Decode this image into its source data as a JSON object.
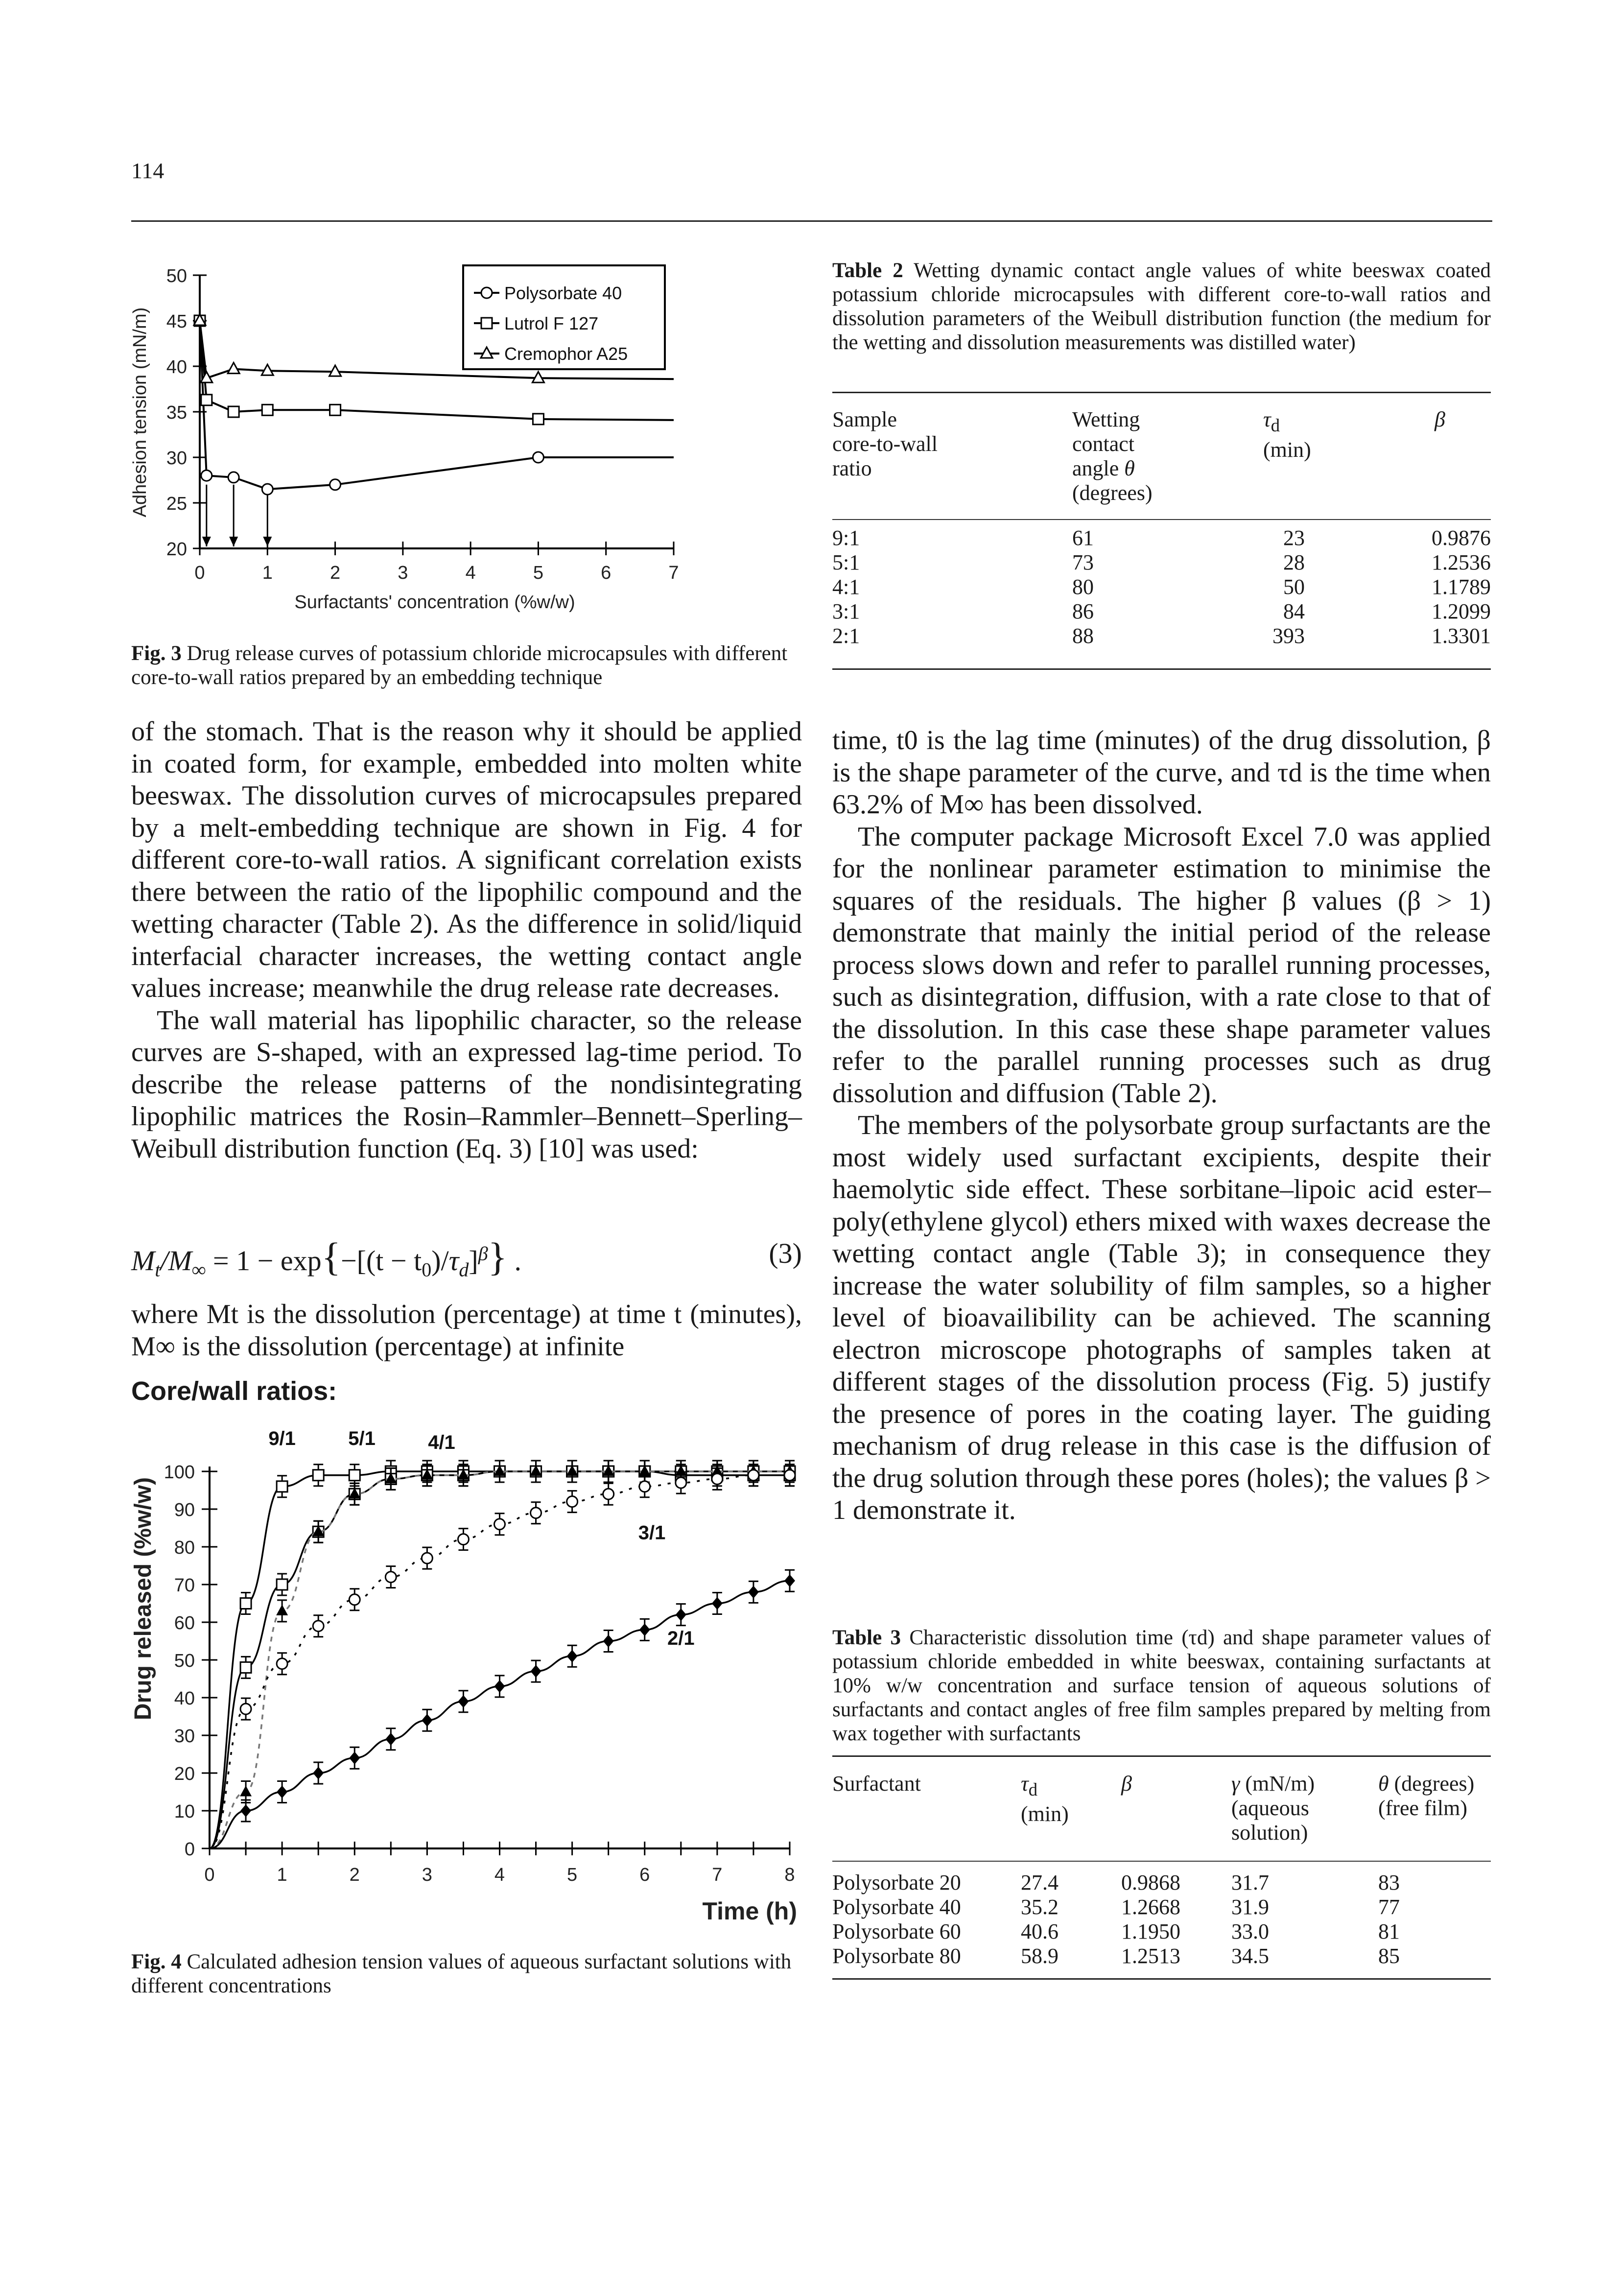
{
  "page_number": "114",
  "fig3": {
    "legend": [
      "Polysorbate 40",
      "Lutrol F 127",
      "Cremophor A25"
    ],
    "ylabel": "Adhesion tension (mN/m)",
    "xlabel": "Surfactants' concentration (%w/w)",
    "yticks": [
      "20",
      "25",
      "30",
      "35",
      "40",
      "45",
      "50"
    ],
    "xticks": [
      "0",
      "1",
      "2",
      "3",
      "4",
      "5",
      "6",
      "7"
    ],
    "caption_label": "Fig. 3",
    "caption_text": " Drug release curves of potassium chloride microcapsules with different core-to-wall ratios prepared by an embedding technique"
  },
  "table2": {
    "caption_label": "Table 2",
    "caption_text": " Wetting dynamic contact angle values of white beeswax coated potassium chloride microcapsules with different core-to-wall ratios and dissolution parameters of the Weibull distribution function (the medium for the wetting and dissolution measurements was distilled water)",
    "headers": [
      "Sample core-to-wall ratio",
      "Wetting contact angle θ (degrees)",
      "τd (min)",
      "β"
    ],
    "rows": [
      [
        "9:1",
        "61",
        "23",
        "0.9876"
      ],
      [
        "5:1",
        "73",
        "28",
        "1.2536"
      ],
      [
        "4:1",
        "80",
        "50",
        "1.1789"
      ],
      [
        "3:1",
        "86",
        "84",
        "1.2099"
      ],
      [
        "2:1",
        "88",
        "393",
        "1.3301"
      ]
    ]
  },
  "left_text": {
    "p1": "of the stomach. That is the reason why it should be applied in coated form, for example, embedded into molten white beeswax. The dissolution curves of microcapsules prepared by a melt-embedding technique are shown in Fig. 4 for different core-to-wall ratios. A significant correlation exists there between the ratio of the lipophilic compound and the wetting character (Table 2). As the difference in solid/liquid interfacial character increases, the wetting contact angle values increase; meanwhile the drug release rate decreases.",
    "p2": "The wall material has lipophilic character, so the release curves are S-shaped, with an expressed lag-time period. To describe the release patterns of the nondisintegrating lipophilic matrices the Rosin–Rammler–Bennett–Sperling–Weibull distribution function (Eq. 3) [10] was used:",
    "equation": "Mt/M∞ = 1 − exp{−[(t − t0)/τd]β} .",
    "equation_number": "(3)",
    "p3": "where Mt is the dissolution (percentage) at time t (minutes), M∞ is the dissolution (percentage) at infinite"
  },
  "fig4": {
    "title": "Core/wall ratios:",
    "series_labels": [
      "9/1",
      "5/1",
      "4/1",
      "3/1",
      "2/1"
    ],
    "ylabel": "Drug released (%w/w)",
    "xlabel": "Time (h)",
    "yticks": [
      "0",
      "10",
      "20",
      "30",
      "40",
      "50",
      "60",
      "70",
      "80",
      "90",
      "100"
    ],
    "xticks": [
      "0",
      "1",
      "2",
      "3",
      "4",
      "5",
      "6",
      "7",
      "8"
    ],
    "caption_label": "Fig. 4",
    "caption_text": " Calculated adhesion tension values of aqueous surfactant solutions with different concentrations"
  },
  "right_text": {
    "p1": "time, t0 is the lag time (minutes) of the drug dissolution, β is the shape parameter of the curve, and τd is the time when 63.2% of M∞ has been dissolved.",
    "p2": "The computer package Microsoft Excel 7.0 was applied for the nonlinear parameter estimation to minimise the squares of the residuals. The higher β values (β > 1) demonstrate that mainly the initial period of the release process slows down and refer to parallel running processes, such as disintegration, diffusion, with a rate close to that of the dissolution. In this case these shape parameter values refer to the parallel running processes such as drug dissolution and diffusion (Table 2).",
    "p3": "The members of the polysorbate group surfactants are the most widely used surfactant excipients, despite their haemolytic side effect. These sorbitane–lipoic acid ester–poly(ethylene glycol) ethers mixed with waxes decrease the wetting contact angle (Table 3); in consequence they increase the water solubility of film samples, so a higher level of bioavailibility can be achieved. The scanning electron microscope photographs of samples taken at different stages of the dissolution process (Fig. 5) justify the presence of pores in the coating layer. The guiding mechanism of drug release in this case is the diffusion of the drug solution through these pores (holes); the values β > 1 demonstrate it."
  },
  "table3": {
    "caption_label": "Table 3",
    "caption_text": " Characteristic dissolution time (τd) and shape parameter values of potassium chloride embedded in white beeswax, containing surfactants at 10% w/w concentration and surface tension of aqueous solutions of surfactants and contact angles of free film samples prepared by melting from wax together with surfactants",
    "headers": [
      "Surfactant",
      "τd (min)",
      "β",
      "γ (mN/m) (aqueous solution)",
      "θ (degrees) (free film)"
    ],
    "rows": [
      [
        "Polysorbate 20",
        "27.4",
        "0.9868",
        "31.7",
        "83"
      ],
      [
        "Polysorbate 40",
        "35.2",
        "1.2668",
        "31.9",
        "77"
      ],
      [
        "Polysorbate 60",
        "40.6",
        "1.1950",
        "33.0",
        "81"
      ],
      [
        "Polysorbate 80",
        "58.9",
        "1.2513",
        "34.5",
        "85"
      ]
    ]
  },
  "chart_data": [
    {
      "type": "line",
      "ylabel": "Adhesion tension (mN/m)",
      "xlabel": "Surfactants' concentration (%w/w)",
      "xlim": [
        0,
        7
      ],
      "ylim": [
        20,
        50
      ],
      "legend": "top-right",
      "series": [
        {
          "name": "Polysorbate 40",
          "x": [
            0,
            0.1,
            0.5,
            1,
            2,
            5
          ],
          "y": [
            45,
            28,
            27.8,
            26.5,
            27,
            30
          ]
        },
        {
          "name": "Lutrol F 127",
          "x": [
            0,
            0.1,
            0.5,
            1,
            2,
            5
          ],
          "y": [
            45,
            36.3,
            35,
            35.2,
            35.2,
            34.2
          ]
        },
        {
          "name": "Cremophor A25",
          "x": [
            0,
            0.1,
            0.5,
            1,
            2,
            5
          ],
          "y": [
            45,
            38.7,
            39.7,
            39.5,
            39.4,
            38.7
          ]
        }
      ]
    },
    {
      "type": "line",
      "title": "Core/wall ratios:",
      "ylabel": "Drug released (%w/w)",
      "xlabel": "Time (h)",
      "xlim": [
        0,
        8
      ],
      "ylim": [
        0,
        100
      ],
      "series": [
        {
          "name": "9/1",
          "x": [
            0,
            0.5,
            1,
            1.5,
            2,
            2.5,
            3,
            3.5,
            4,
            4.5,
            5,
            5.5,
            6,
            6.5,
            7,
            7.5,
            8
          ],
          "y": [
            0,
            65,
            96,
            99,
            99,
            100,
            100,
            100,
            100,
            100,
            100,
            100,
            100,
            99,
            99,
            99,
            99
          ]
        },
        {
          "name": "5/1",
          "x": [
            0,
            0.5,
            1,
            1.5,
            2,
            2.5,
            3,
            3.5,
            4,
            4.5,
            5,
            5.5,
            6,
            6.5,
            7,
            7.5,
            8
          ],
          "y": [
            0,
            48,
            70,
            84,
            94,
            98,
            99,
            99,
            100,
            100,
            100,
            100,
            100,
            100,
            100,
            100,
            100
          ]
        },
        {
          "name": "4/1",
          "x": [
            0,
            0.5,
            1,
            1.5,
            2,
            2.5,
            3,
            3.5,
            4,
            4.5,
            5,
            5.5,
            6,
            6.5,
            7,
            7.5,
            8
          ],
          "y": [
            0,
            15,
            63,
            84,
            94,
            98,
            99,
            99,
            100,
            100,
            100,
            100,
            100,
            100,
            100,
            100,
            100
          ]
        },
        {
          "name": "3/1",
          "x": [
            0,
            0.5,
            1,
            1.5,
            2,
            2.5,
            3,
            3.5,
            4,
            4.5,
            5,
            5.5,
            6,
            6.5,
            7,
            7.5,
            8
          ],
          "y": [
            0,
            37,
            49,
            59,
            66,
            72,
            77,
            82,
            86,
            89,
            92,
            94,
            96,
            97,
            98,
            99,
            99
          ]
        },
        {
          "name": "2/1",
          "x": [
            0,
            0.5,
            1,
            1.5,
            2,
            2.5,
            3,
            3.5,
            4,
            4.5,
            5,
            5.5,
            6,
            6.5,
            7,
            7.5,
            8
          ],
          "y": [
            0,
            10,
            15,
            20,
            24,
            29,
            34,
            39,
            43,
            47,
            51,
            55,
            58,
            62,
            65,
            68,
            71
          ]
        }
      ]
    }
  ]
}
